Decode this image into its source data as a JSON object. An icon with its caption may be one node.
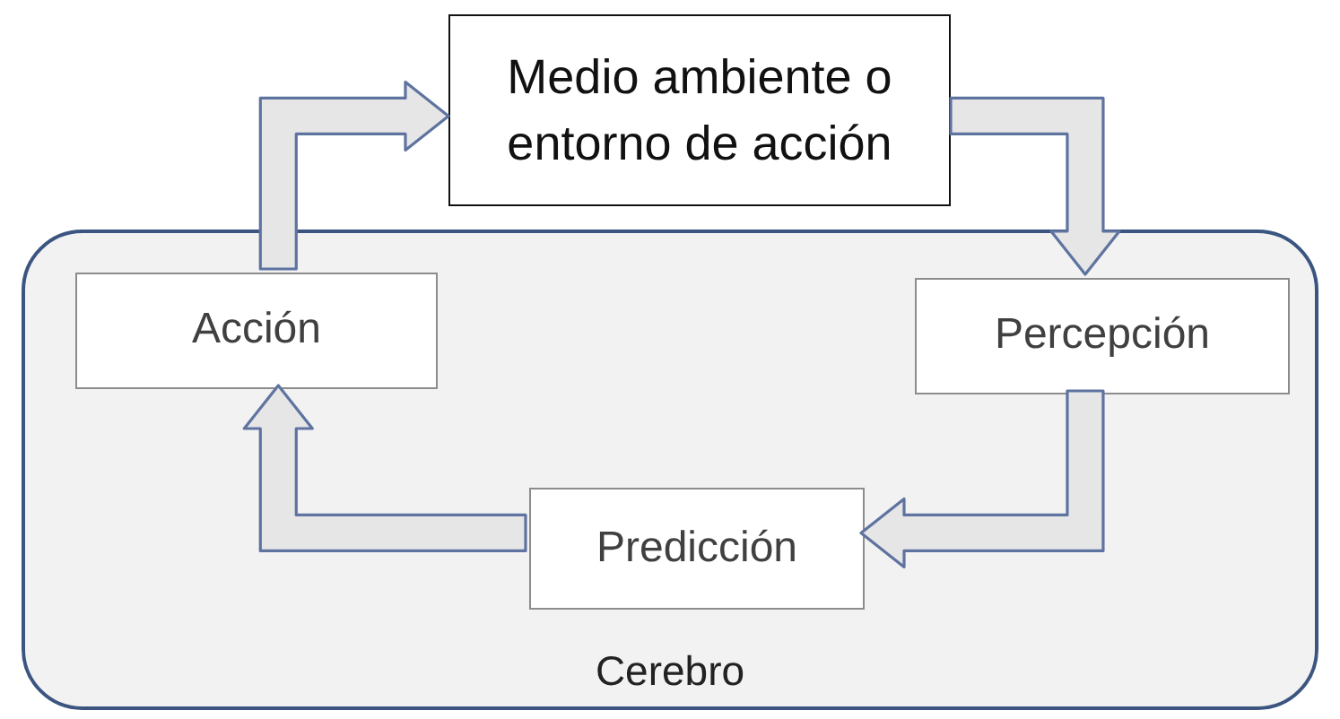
{
  "diagram": {
    "nodes": [
      {
        "text": [
          "Medio ambiente o entorno de acción"
        ]
      },
      {
        "text": [
          "Cerebro"
        ]
      },
      {
        "text": [
          "Acción"
        ],
        "in": 1
      },
      {
        "text": [
          "Percepción"
        ],
        "in": 1
      },
      {
        "text": [
          "Predicción"
        ],
        "in": 1
      }
    ],
    "edges": [
      {
        "from": 2,
        "to": 0,
        "arrow": "to"
      },
      {
        "from": 0,
        "to": 3,
        "arrow": "to"
      },
      {
        "from": 3,
        "to": 4,
        "arrow": "to"
      },
      {
        "from": 4,
        "to": 2,
        "arrow": "to"
      }
    ]
  }
}
